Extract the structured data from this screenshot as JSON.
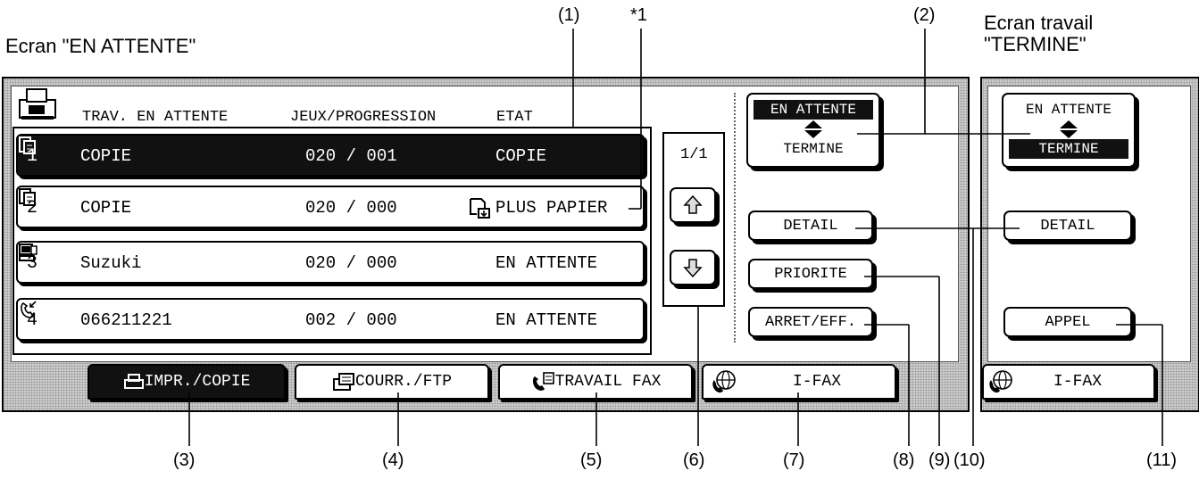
{
  "captions": {
    "waiting_screen": "Ecran \"EN ATTENTE\"",
    "done_screen_line1": "Ecran travail",
    "done_screen_line2": "\"TERMINE\""
  },
  "callouts": [
    "(1)",
    "*1",
    "(2)",
    "(3)",
    "(4)",
    "(5)",
    "(6)",
    "(7)",
    "(8)",
    "(9)",
    "(10)",
    "(11)"
  ],
  "columns": {
    "jobs": "TRAV. EN ATTENTE",
    "sets": "JEUX/PROGRESSION",
    "status": "ETAT"
  },
  "jobs": [
    {
      "num": "1",
      "icon": "copy-icon",
      "name": "COPIE",
      "qty": "020 / 001",
      "status": "COPIE",
      "selected": true
    },
    {
      "num": "2",
      "icon": "copy-icon",
      "name": "COPIE",
      "qty": "020 / 000",
      "status": "PLUS PAPIER",
      "status_icon": "paper-out-icon"
    },
    {
      "num": "3",
      "icon": "computer-icon",
      "name": "Suzuki",
      "qty": "020 / 000",
      "status": "EN ATTENTE"
    },
    {
      "num": "4",
      "icon": "fax-incoming-icon",
      "name": "066211221",
      "qty": "002 / 000",
      "status": "EN ATTENTE"
    }
  ],
  "pager": {
    "page": "1/1"
  },
  "toggle": {
    "top": "EN ATTENTE",
    "bottom": "TERMINE"
  },
  "buttons": {
    "detail": "DETAIL",
    "priority": "PRIORITE",
    "stop_delete": "ARRET/EFF.",
    "call": "APPEL"
  },
  "tabs": [
    "IMPR./COPIE",
    "COURR./FTP",
    "TRAVAIL FAX",
    "I-FAX"
  ],
  "tab_icons": [
    "printer-icon",
    "mail-icon",
    "fax-icon",
    "globe-icon"
  ],
  "right_tab": "I-FAX"
}
